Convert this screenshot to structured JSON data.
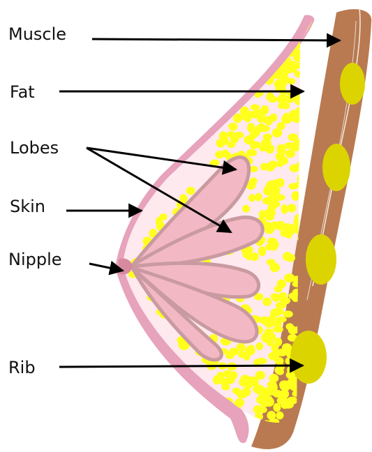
{
  "labels": {
    "muscle": "Muscle",
    "fat": "Fat",
    "lobes": "Lobes",
    "skin": "Skin",
    "nipple": "Nipple",
    "rib": "Rib"
  },
  "colors": {
    "skin": "#e7a2bc",
    "tissue": "#fde9ee",
    "lobe_fill": "#f2b8c4",
    "lobe_outline": "#c99aa0",
    "fat": "#ffff1e",
    "muscle": "#b97a51",
    "rib": "#dcd400",
    "arrow": "#000000"
  }
}
